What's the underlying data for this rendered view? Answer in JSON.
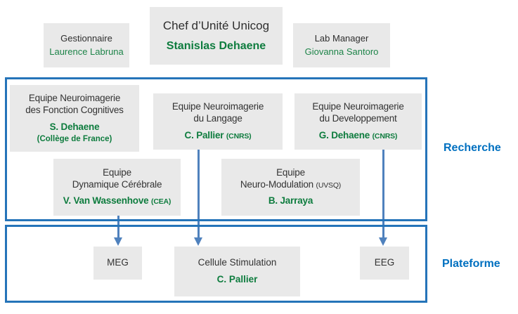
{
  "top": {
    "gestionnaire": {
      "role": "Gestionnaire",
      "name": "Laurence Labruna"
    },
    "chef": {
      "role": "Chef d’Unité Unicog",
      "name": "Stanislas Dehaene"
    },
    "lab_manager": {
      "role": "Lab Manager",
      "name": "Giovanna Santoro"
    }
  },
  "recherche": {
    "label": "Recherche",
    "teams": [
      {
        "title_lines": [
          "Equipe Neuroimagerie",
          "des Fonction Cognitives"
        ],
        "name": "S. Dehaene",
        "affiliation": "(Collège de France)"
      },
      {
        "title_lines": [
          "Equipe Neuroimagerie",
          "du Langage"
        ],
        "name": "C. Pallier",
        "name_suffix": "(CNRS)"
      },
      {
        "title_lines": [
          "Equipe Neuroimagerie",
          "du Developpement"
        ],
        "name": "G. Dehaene",
        "name_suffix": "(CNRS)"
      },
      {
        "title_lines": [
          "Equipe",
          "Dynamique Cérébrale"
        ],
        "name": "V. Van Wassenhove",
        "name_suffix": "(CEA)"
      },
      {
        "title_lines": [
          "Equipe",
          "Neuro-Modulation"
        ],
        "title_suffix": "(UVSQ)",
        "name": "B. Jarraya"
      }
    ]
  },
  "plateforme": {
    "label": "Plateforme",
    "items": [
      {
        "title": "MEG"
      },
      {
        "title": "Cellule Stimulation",
        "name": "C. Pallier"
      },
      {
        "title": "EEG"
      }
    ]
  },
  "colors": {
    "box_bg": "#E9E9E9",
    "text_dark": "#333333",
    "green": "#0E7C3E",
    "label_blue": "#0070C0",
    "border_blue": "#2574B9",
    "arrow_blue": "#4F81BD"
  }
}
